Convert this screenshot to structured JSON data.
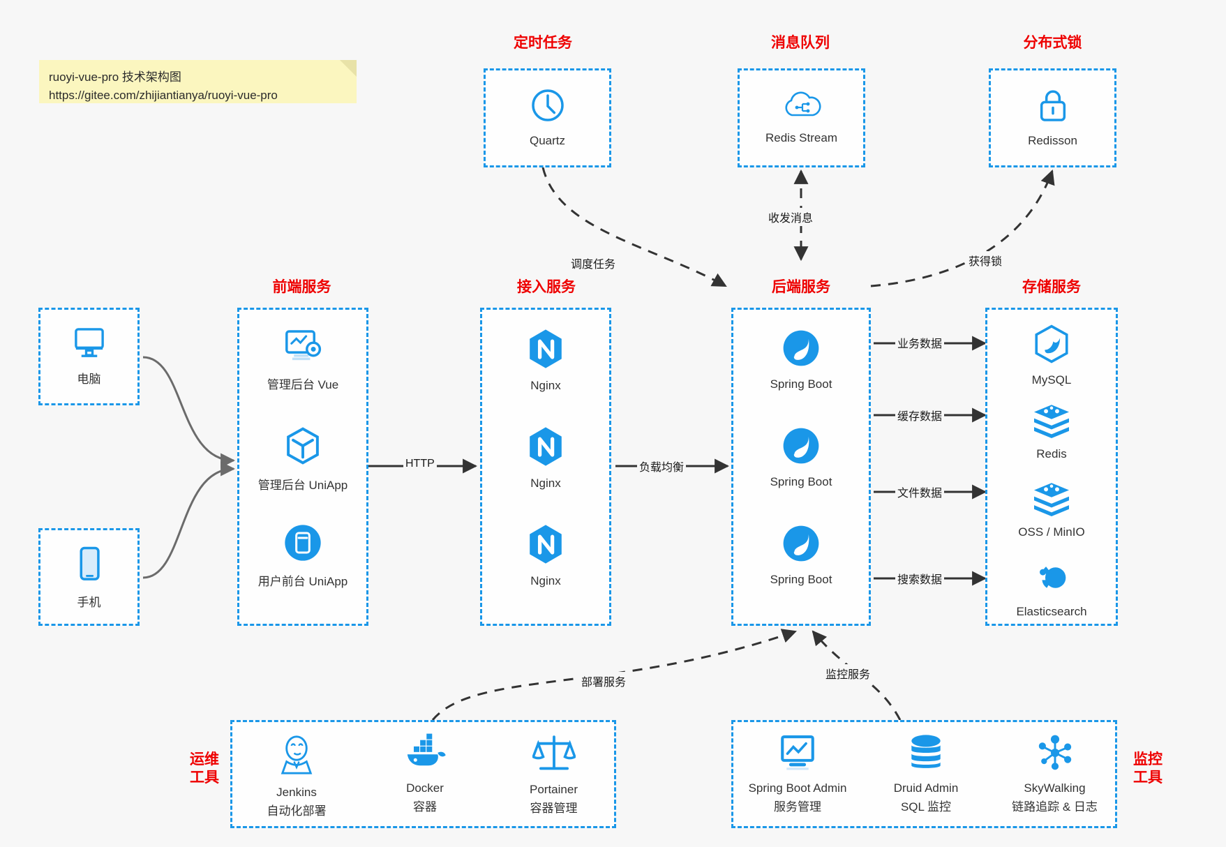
{
  "note": {
    "line1": "ruoyi-vue-pro 技术架构图",
    "line2": "https://gitee.com/zhijiantianya/ruoyi-vue-pro"
  },
  "groups": {
    "scheduler": {
      "title": "定时任务",
      "items": [
        {
          "label": "Quartz",
          "icon": "clock-icon"
        }
      ]
    },
    "mq": {
      "title": "消息队列",
      "items": [
        {
          "label": "Redis Stream",
          "icon": "cloud-network-icon"
        }
      ]
    },
    "lock": {
      "title": "分布式锁",
      "items": [
        {
          "label": "Redisson",
          "icon": "lock-icon"
        }
      ]
    },
    "clients": {
      "items": [
        {
          "label": "电脑",
          "icon": "desktop-icon"
        },
        {
          "label": "手机",
          "icon": "mobile-icon"
        }
      ]
    },
    "frontend": {
      "title": "前端服务",
      "items": [
        {
          "label": "管理后台 Vue",
          "icon": "dashboard-gear-icon"
        },
        {
          "label": "管理后台 UniApp",
          "icon": "cube-icon"
        },
        {
          "label": "用户前台 UniApp",
          "icon": "app-window-icon"
        }
      ]
    },
    "gateway": {
      "title": "接入服务",
      "items": [
        {
          "label": "Nginx",
          "icon": "nginx-icon"
        },
        {
          "label": "Nginx",
          "icon": "nginx-icon"
        },
        {
          "label": "Nginx",
          "icon": "nginx-icon"
        }
      ]
    },
    "backend": {
      "title": "后端服务",
      "items": [
        {
          "label": "Spring Boot",
          "icon": "spring-leaf-icon"
        },
        {
          "label": "Spring Boot",
          "icon": "spring-leaf-icon"
        },
        {
          "label": "Spring Boot",
          "icon": "spring-leaf-icon"
        }
      ]
    },
    "storage": {
      "title": "存储服务",
      "items": [
        {
          "label": "MySQL",
          "icon": "mysql-dolphin-icon"
        },
        {
          "label": "Redis",
          "icon": "redis-stack-icon"
        },
        {
          "label": "OSS / MinIO",
          "icon": "object-storage-icon"
        },
        {
          "label": "Elasticsearch",
          "icon": "elasticsearch-icon"
        }
      ]
    },
    "devops": {
      "title": "运维\n工具",
      "title_l1": "运维",
      "title_l2": "工具",
      "items": [
        {
          "label": "Jenkins",
          "sublabel": "自动化部署",
          "icon": "jenkins-butler-icon"
        },
        {
          "label": "Docker",
          "sublabel": "容器",
          "icon": "docker-whale-icon"
        },
        {
          "label": "Portainer",
          "sublabel": "容器管理",
          "icon": "scales-icon"
        }
      ]
    },
    "monitor": {
      "title_l1": "监控",
      "title_l2": "工具",
      "items": [
        {
          "label": "Spring Boot Admin",
          "sublabel": "服务管理",
          "icon": "monitor-chart-icon"
        },
        {
          "label": "Druid Admin",
          "sublabel": "SQL 监控",
          "icon": "database-icon"
        },
        {
          "label": "SkyWalking",
          "sublabel": "链路追踪 & 日志",
          "icon": "node-graph-icon"
        }
      ]
    }
  },
  "edges": {
    "schedule_task": "调度任务",
    "send_receive_message": "收发消息",
    "acquire_lock": "获得锁",
    "http": "HTTP",
    "load_balance": "负载均衡",
    "business_data": "业务数据",
    "cache_data": "缓存数据",
    "file_data": "文件数据",
    "search_data": "搜索数据",
    "deploy_service": "部署服务",
    "monitor_service": "监控服务"
  },
  "colors": {
    "accent": "#1a97e8",
    "title": "#ee0000",
    "background": "#f7f7f7",
    "note": "#fbf6bf",
    "wire": "#333333",
    "client_wire": "#6b6b6b"
  }
}
